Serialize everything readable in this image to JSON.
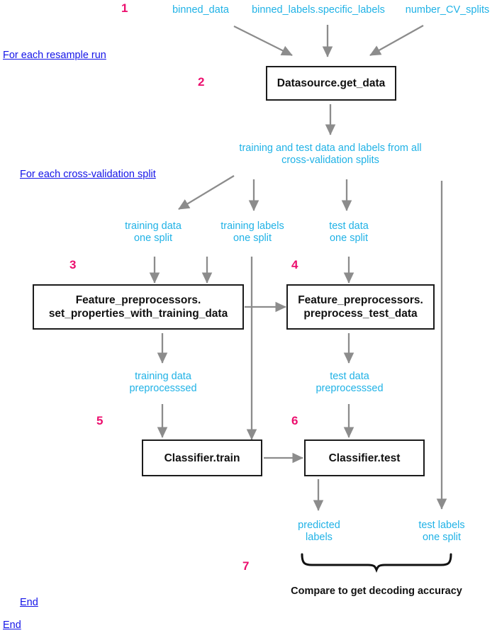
{
  "diagram": {
    "title": "Neural decoding toolbox processing pipeline",
    "colors": {
      "data_label": "#20b2e6",
      "step_number": "#ec0f6e",
      "loop_label": "#1414e8",
      "box_border": "#1c1c1c",
      "arrow": "#8c8c8c",
      "brace": "#111111"
    }
  },
  "steps": {
    "one": "1",
    "two": "2",
    "three": "3",
    "four": "4",
    "five": "5",
    "six": "6",
    "seven": "7"
  },
  "loops": {
    "resample_run": "For each resample run",
    "cv_split": "For each cross-validation split",
    "end_inner": "End",
    "end_outer": "End"
  },
  "inputs": {
    "binned_data": "binned_data",
    "binned_labels": "binned_labels.specific_labels",
    "number_cv_splits": "number_CV_splits"
  },
  "boxes": {
    "datasource_get_data": "Datasource.get_data",
    "feature_set_properties": "Feature_preprocessors.\nset_properties_with_training_data",
    "feature_preprocess_test": "Feature_preprocessors.\npreprocess_test_data",
    "classifier_train": "Classifier.train",
    "classifier_test": "Classifier.test"
  },
  "data_labels": {
    "all_splits": "training and test data and labels from all\ncross-validation splits",
    "training_data_one_split": "training data\none split",
    "training_labels_one_split": "training labels\none split",
    "test_data_one_split": "test data\none split",
    "training_data_preprocessed": "training data\npreprocesssed",
    "test_data_preprocessed": "test data\npreprocesssed",
    "predicted_labels": "predicted\nlabels",
    "test_labels_one_split": "test labels\none split"
  },
  "conclusion": {
    "caption": "Compare to get decoding accuracy"
  }
}
